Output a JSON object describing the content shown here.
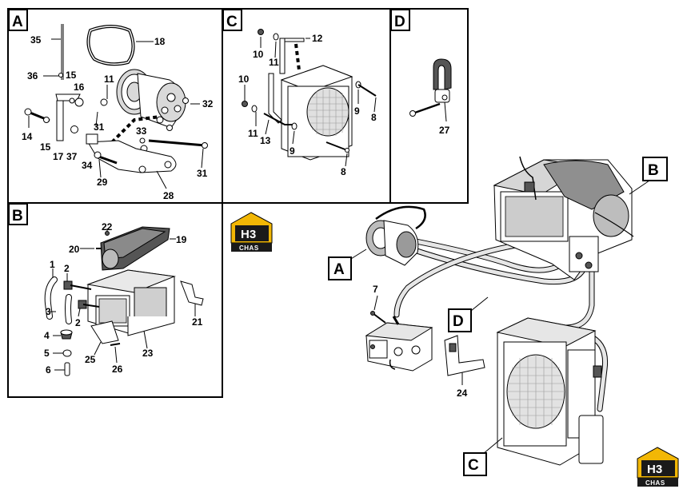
{
  "panels": {
    "A": {
      "label": "A",
      "callouts": [
        "35",
        "18",
        "36",
        "15",
        "16",
        "11",
        "32",
        "14",
        "15",
        "17",
        "37",
        "31",
        "33",
        "34",
        "29",
        "31",
        "28"
      ]
    },
    "C": {
      "label": "C",
      "callouts": [
        "12",
        "10",
        "11",
        "10",
        "9",
        "8",
        "11",
        "13",
        "9",
        "8"
      ]
    },
    "D": {
      "label": "D",
      "callouts": [
        "27"
      ]
    },
    "B": {
      "label": "B",
      "callouts": [
        "22",
        "20",
        "19",
        "1",
        "2",
        "3",
        "2",
        "4",
        "5",
        "6",
        "21",
        "25",
        "26",
        "23"
      ]
    }
  },
  "main": {
    "callout_labels": [
      "B",
      "A",
      "D",
      "C"
    ],
    "callouts": [
      "7",
      "24"
    ]
  },
  "brand": {
    "top": "H3",
    "bottom": "CHAS"
  },
  "colors": {
    "brand_yellow": "#f2b705",
    "brand_dark": "#1a1a1a"
  }
}
